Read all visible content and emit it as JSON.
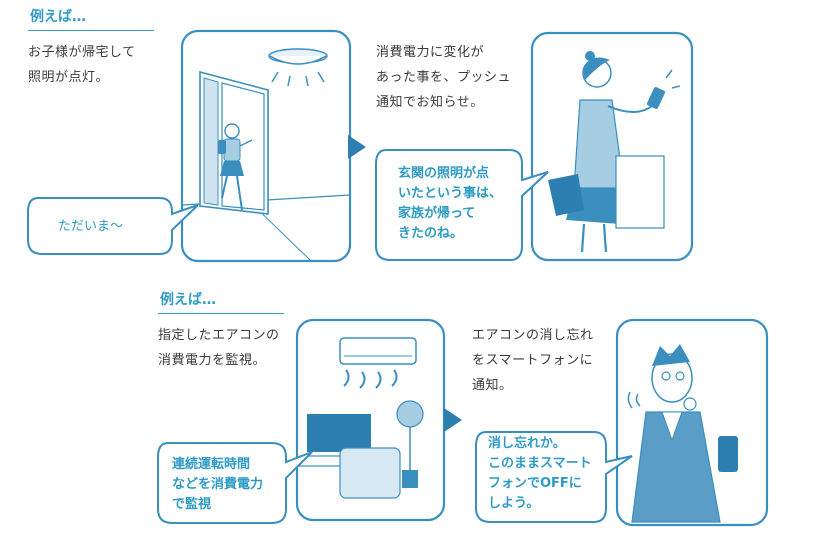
{
  "example_label": "例えば…",
  "section1": {
    "panel1_text": "お子様が帰宅して\n照明が点灯。",
    "panel1_bubble": "ただいま〜",
    "panel2_text": "消費電力に変化が\nあった事を、プッシュ\n通知でお知らせ。",
    "panel2_bubble": "玄関の照明が点\nいたという事は、\n家族が帰って\nきたのね。"
  },
  "section2": {
    "panel1_text": "指定したエアコンの\n消費電力を監視。",
    "panel1_bubble": "連続運転時間\nなどを消費電力\nで監視",
    "panel2_text": "エアコンの消し忘れ\nをスマートフォンに\n通知。",
    "panel2_bubble": "消し忘れか。\nこのままスマート\nフォンでOFFに\nしよう。"
  },
  "colors": {
    "accent": "#2e9bc6",
    "frame": "#3a8fbf",
    "text": "#3a3a3a",
    "figure_fill": "#a7cde3"
  }
}
